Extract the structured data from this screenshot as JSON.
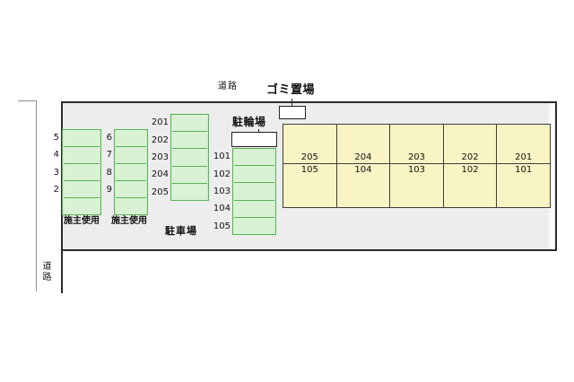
{
  "labels": {
    "road_top": "道路",
    "road_left": "道路",
    "garbage": "ゴミ置場",
    "bicycle": "駐輪場",
    "parking_lot": "駐車場",
    "owner_use_1": "施主使用",
    "owner_use_2": "施主使用"
  },
  "parking_columns": {
    "a": [
      "5",
      "4",
      "3",
      "2",
      ""
    ],
    "b": [
      "6",
      "7",
      "8",
      "9",
      ""
    ],
    "c": [
      "201",
      "202",
      "203",
      "204",
      "205"
    ],
    "d": [
      "101",
      "102",
      "103",
      "104",
      "105"
    ]
  },
  "building_units": [
    {
      "upper": "205",
      "lower": "105"
    },
    {
      "upper": "204",
      "lower": "104"
    },
    {
      "upper": "203",
      "lower": "103"
    },
    {
      "upper": "202",
      "lower": "102"
    },
    {
      "upper": "201",
      "lower": "101"
    }
  ],
  "colors": {
    "site_fill": "#ededed",
    "site_border": "#2b2b2b",
    "space_fill": "#cfeccb",
    "space_border": "#57b357",
    "building_fill": "#f8f4c3",
    "building_border": "#3f3f3f",
    "box_fill": "#ffffff"
  }
}
